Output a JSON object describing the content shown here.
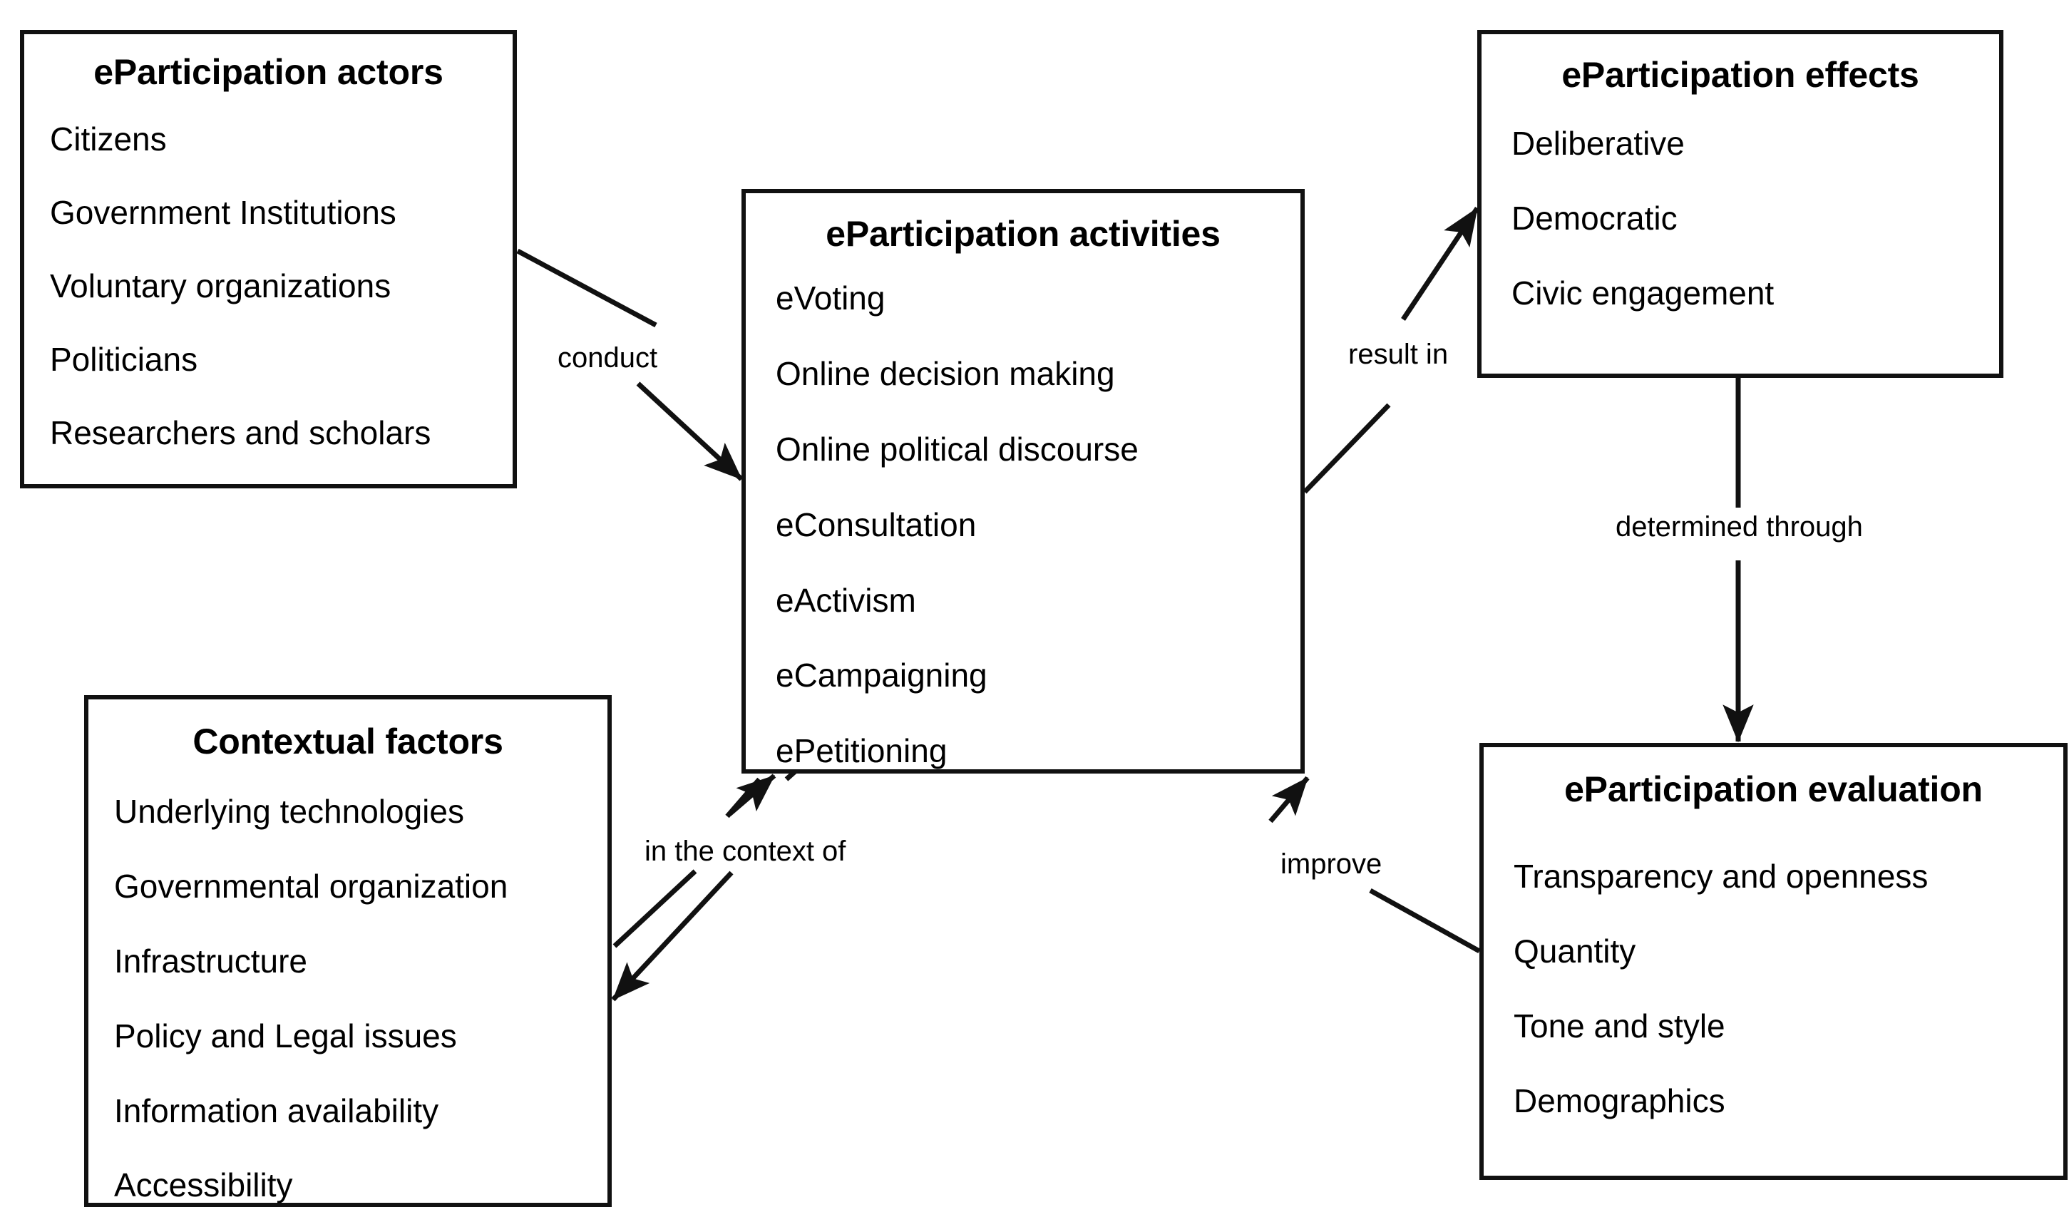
{
  "diagram": {
    "title": "eParticipation conceptual framework",
    "background": "#ffffff",
    "stroke": "#111111"
  },
  "nodes": {
    "actors": {
      "title": "eParticipation actors",
      "items": [
        "Citizens",
        "Government Institutions",
        "Voluntary organizations",
        "Politicians",
        "Researchers and scholars"
      ]
    },
    "activities": {
      "title": "eParticipation activities",
      "items": [
        "eVoting",
        "Online decision making",
        "Online political discourse",
        "eConsultation",
        "eActivism",
        "eCampaigning",
        "ePetitioning"
      ]
    },
    "effects": {
      "title": "eParticipation effects",
      "items": [
        "Deliberative",
        "Democratic",
        "Civic engagement"
      ]
    },
    "contextual": {
      "title": "Contextual factors",
      "items": [
        "Underlying technologies",
        "Governmental organization",
        "Infrastructure",
        "Policy and Legal issues",
        "Information availability",
        "Accessibility"
      ]
    },
    "evaluation": {
      "title": "eParticipation evaluation",
      "items": [
        "Transparency and openness",
        "Quantity",
        "Tone and style",
        "Demographics"
      ]
    }
  },
  "edges": [
    {
      "id": "conduct",
      "label": "conduct",
      "from": "actors",
      "to": "activities",
      "direction": "one-way"
    },
    {
      "id": "result-in",
      "label": "result in",
      "from": "activities",
      "to": "effects",
      "direction": "one-way"
    },
    {
      "id": "determined",
      "label": "determined through",
      "from": "effects",
      "to": "evaluation",
      "direction": "one-way"
    },
    {
      "id": "context",
      "label": "in the context of",
      "from": "contextual",
      "to": "activities",
      "direction": "two-way"
    },
    {
      "id": "improve",
      "label": "improve",
      "from": "evaluation",
      "to": "activities",
      "direction": "one-way"
    }
  ]
}
